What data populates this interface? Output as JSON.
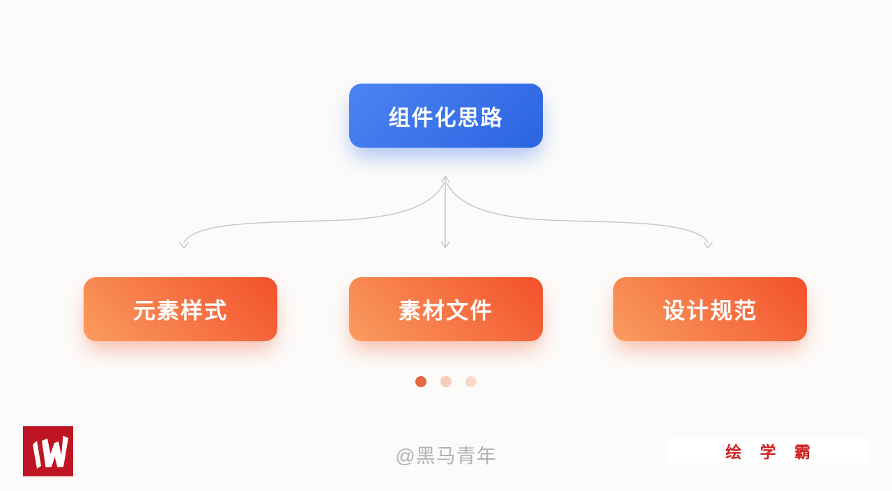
{
  "diagram": {
    "root": {
      "label": "组件化思路"
    },
    "children": [
      {
        "label": "元素样式"
      },
      {
        "label": "素材文件"
      },
      {
        "label": "设计规范"
      }
    ],
    "connector_color": "#c9c9c9"
  },
  "colors": {
    "background": "#fcfbfa",
    "root_gradient_from": "#4c84f3",
    "root_gradient_to": "#2b64e1",
    "child_gradient_from": "#fa9c60",
    "child_gradient_to": "#f3502b"
  },
  "pagination": {
    "dot_colors": [
      "#e3693e",
      "#f7cdba",
      "#f9dac9"
    ]
  },
  "footer": {
    "logo_bg": "#bf1523",
    "watermark": "@黑马青年",
    "brand": "绘 学 霸",
    "brand_color": "#ce2121"
  }
}
